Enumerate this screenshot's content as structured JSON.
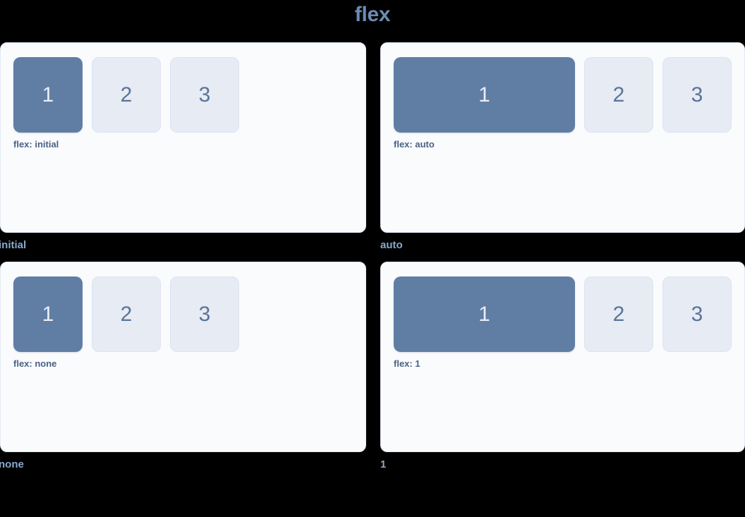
{
  "title": "flex",
  "theme": {
    "page_background": "#000000",
    "title_color": "#6c8bb4",
    "panel_background": "#f9fbfd",
    "panel_border": "#e3e9f2",
    "primary_item_background": "#607da4",
    "primary_item_text": "#e9eef6",
    "muted_item_background": "#e6ebf4",
    "muted_item_text": "#5a7499",
    "caption_color": "#4a6185",
    "label_color": "#8aa8cd"
  },
  "demos": [
    {
      "label": "initial",
      "caption": "flex: initial",
      "value": "initial",
      "grows": false,
      "items": [
        {
          "text": "1",
          "style": "primary"
        },
        {
          "text": "2",
          "style": "muted"
        },
        {
          "text": "3",
          "style": "muted"
        }
      ]
    },
    {
      "label": "auto",
      "caption": "flex: auto",
      "value": "auto",
      "grows": true,
      "items": [
        {
          "text": "1",
          "style": "primary"
        },
        {
          "text": "2",
          "style": "muted"
        },
        {
          "text": "3",
          "style": "muted"
        }
      ]
    },
    {
      "label": "none",
      "caption": "flex: none",
      "value": "none",
      "grows": false,
      "items": [
        {
          "text": "1",
          "style": "primary"
        },
        {
          "text": "2",
          "style": "muted"
        },
        {
          "text": "3",
          "style": "muted"
        }
      ]
    },
    {
      "label": "1",
      "caption": "flex: 1",
      "value": "1",
      "grows": true,
      "items": [
        {
          "text": "1",
          "style": "primary"
        },
        {
          "text": "2",
          "style": "muted"
        },
        {
          "text": "3",
          "style": "muted"
        }
      ]
    }
  ]
}
